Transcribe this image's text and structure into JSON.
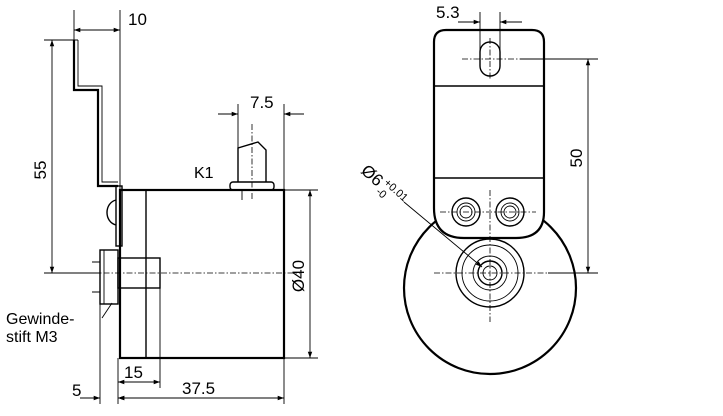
{
  "drawing": {
    "dimensions": {
      "d10": "10",
      "d55": "55",
      "d7_5": "7.5",
      "d5_3": "5.3",
      "d50": "50",
      "d40": "Ø40",
      "d6": "Ø6",
      "d6_tol_upper": "+0.01",
      "d6_tol_lower": "-0",
      "d5": "5",
      "d15": "15",
      "d37_5": "37.5"
    },
    "labels": {
      "k1": "K1",
      "screw_line1": "Gewinde-",
      "screw_line2": "stift M3"
    }
  }
}
